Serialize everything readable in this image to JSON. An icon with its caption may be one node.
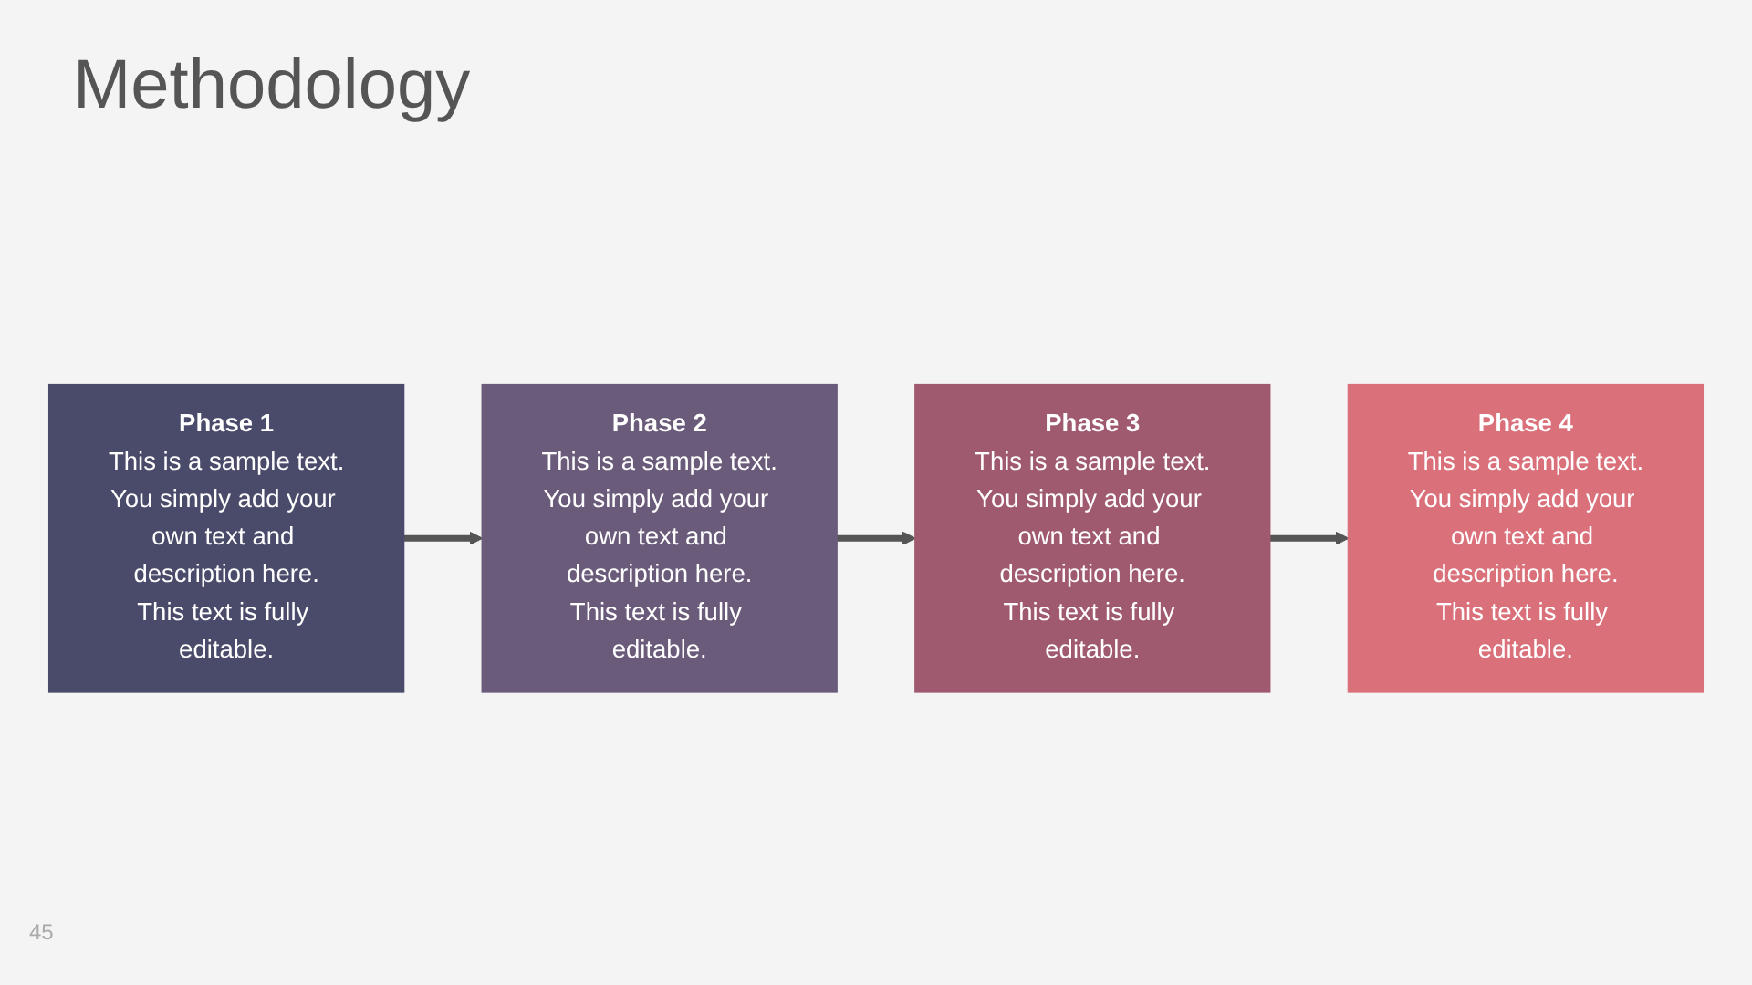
{
  "diagram": {
    "title": "Methodology",
    "nodes": [
      {
        "text": [
          "Phase 1",
          "This is a sample text.",
          "You simply add your own text and description here.",
          "This text is fully editable."
        ]
      },
      {
        "text": [
          "Phase 2",
          "This is a sample text.",
          "You simply add your own text and description here.",
          "This text is fully editable."
        ]
      },
      {
        "text": [
          "Phase 3",
          "This is a sample text.",
          "You simply add your own text and description here.",
          "This text is fully editable."
        ]
      },
      {
        "text": [
          "Phase 4",
          "This is a sample text.",
          "You simply add your own text and description here.",
          "This text is fully editable."
        ]
      }
    ],
    "edges": [
      {
        "from": 0,
        "to": 1,
        "arrow": "to"
      },
      {
        "from": 1,
        "to": 2,
        "arrow": "to"
      },
      {
        "from": 2,
        "to": 3,
        "arrow": "to"
      }
    ],
    "labels": [
      "45"
    ]
  }
}
